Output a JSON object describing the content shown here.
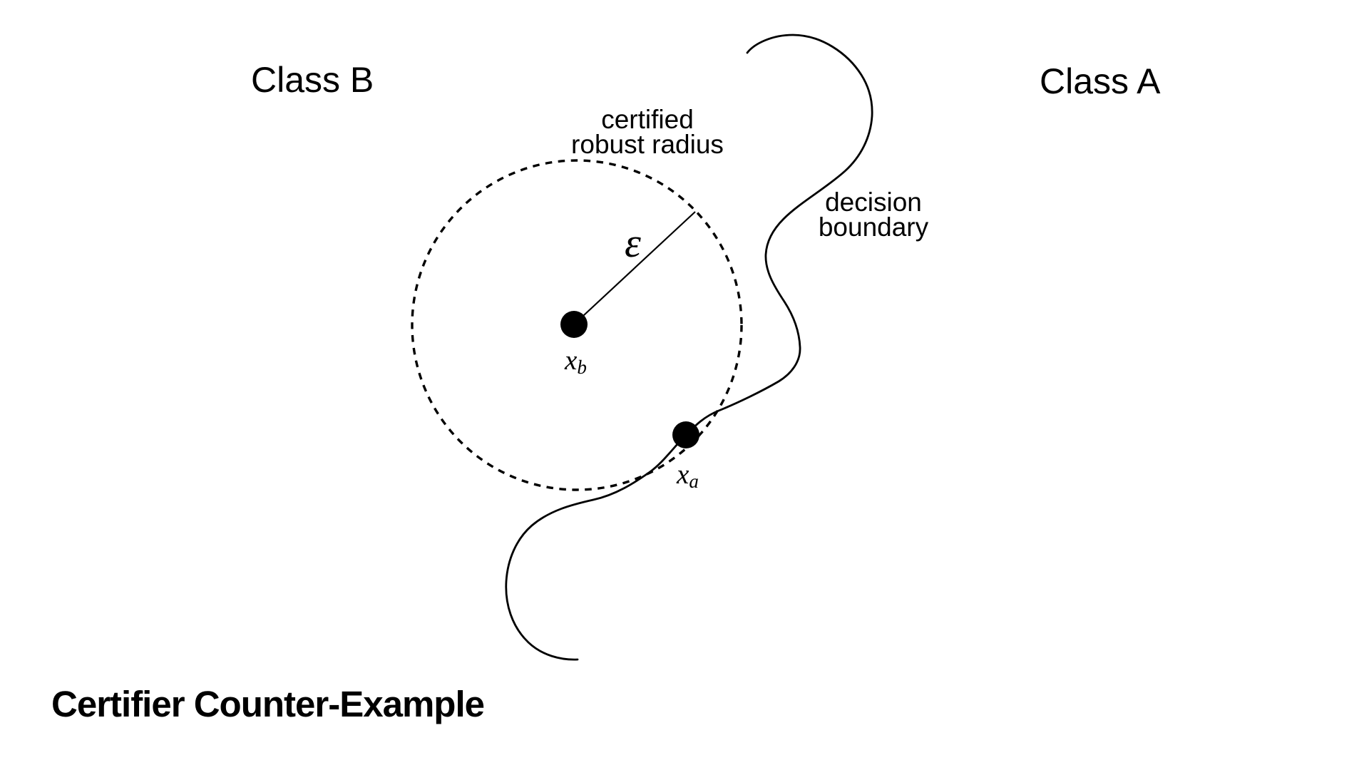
{
  "colors": {
    "ink": "#000000",
    "background": "#ffffff"
  },
  "title": "Certifier Counter-Example",
  "regions": {
    "left_class": "Class B",
    "right_class": "Class A"
  },
  "annotations": {
    "radius_caption_line1": "certified",
    "radius_caption_line2": "robust radius",
    "boundary_caption_line1": "decision",
    "boundary_caption_line2": "boundary",
    "epsilon": "ε"
  },
  "points": {
    "center_point": {
      "base": "x",
      "sub": "b"
    },
    "adversarial_point": {
      "base": "x",
      "sub": "a"
    }
  }
}
